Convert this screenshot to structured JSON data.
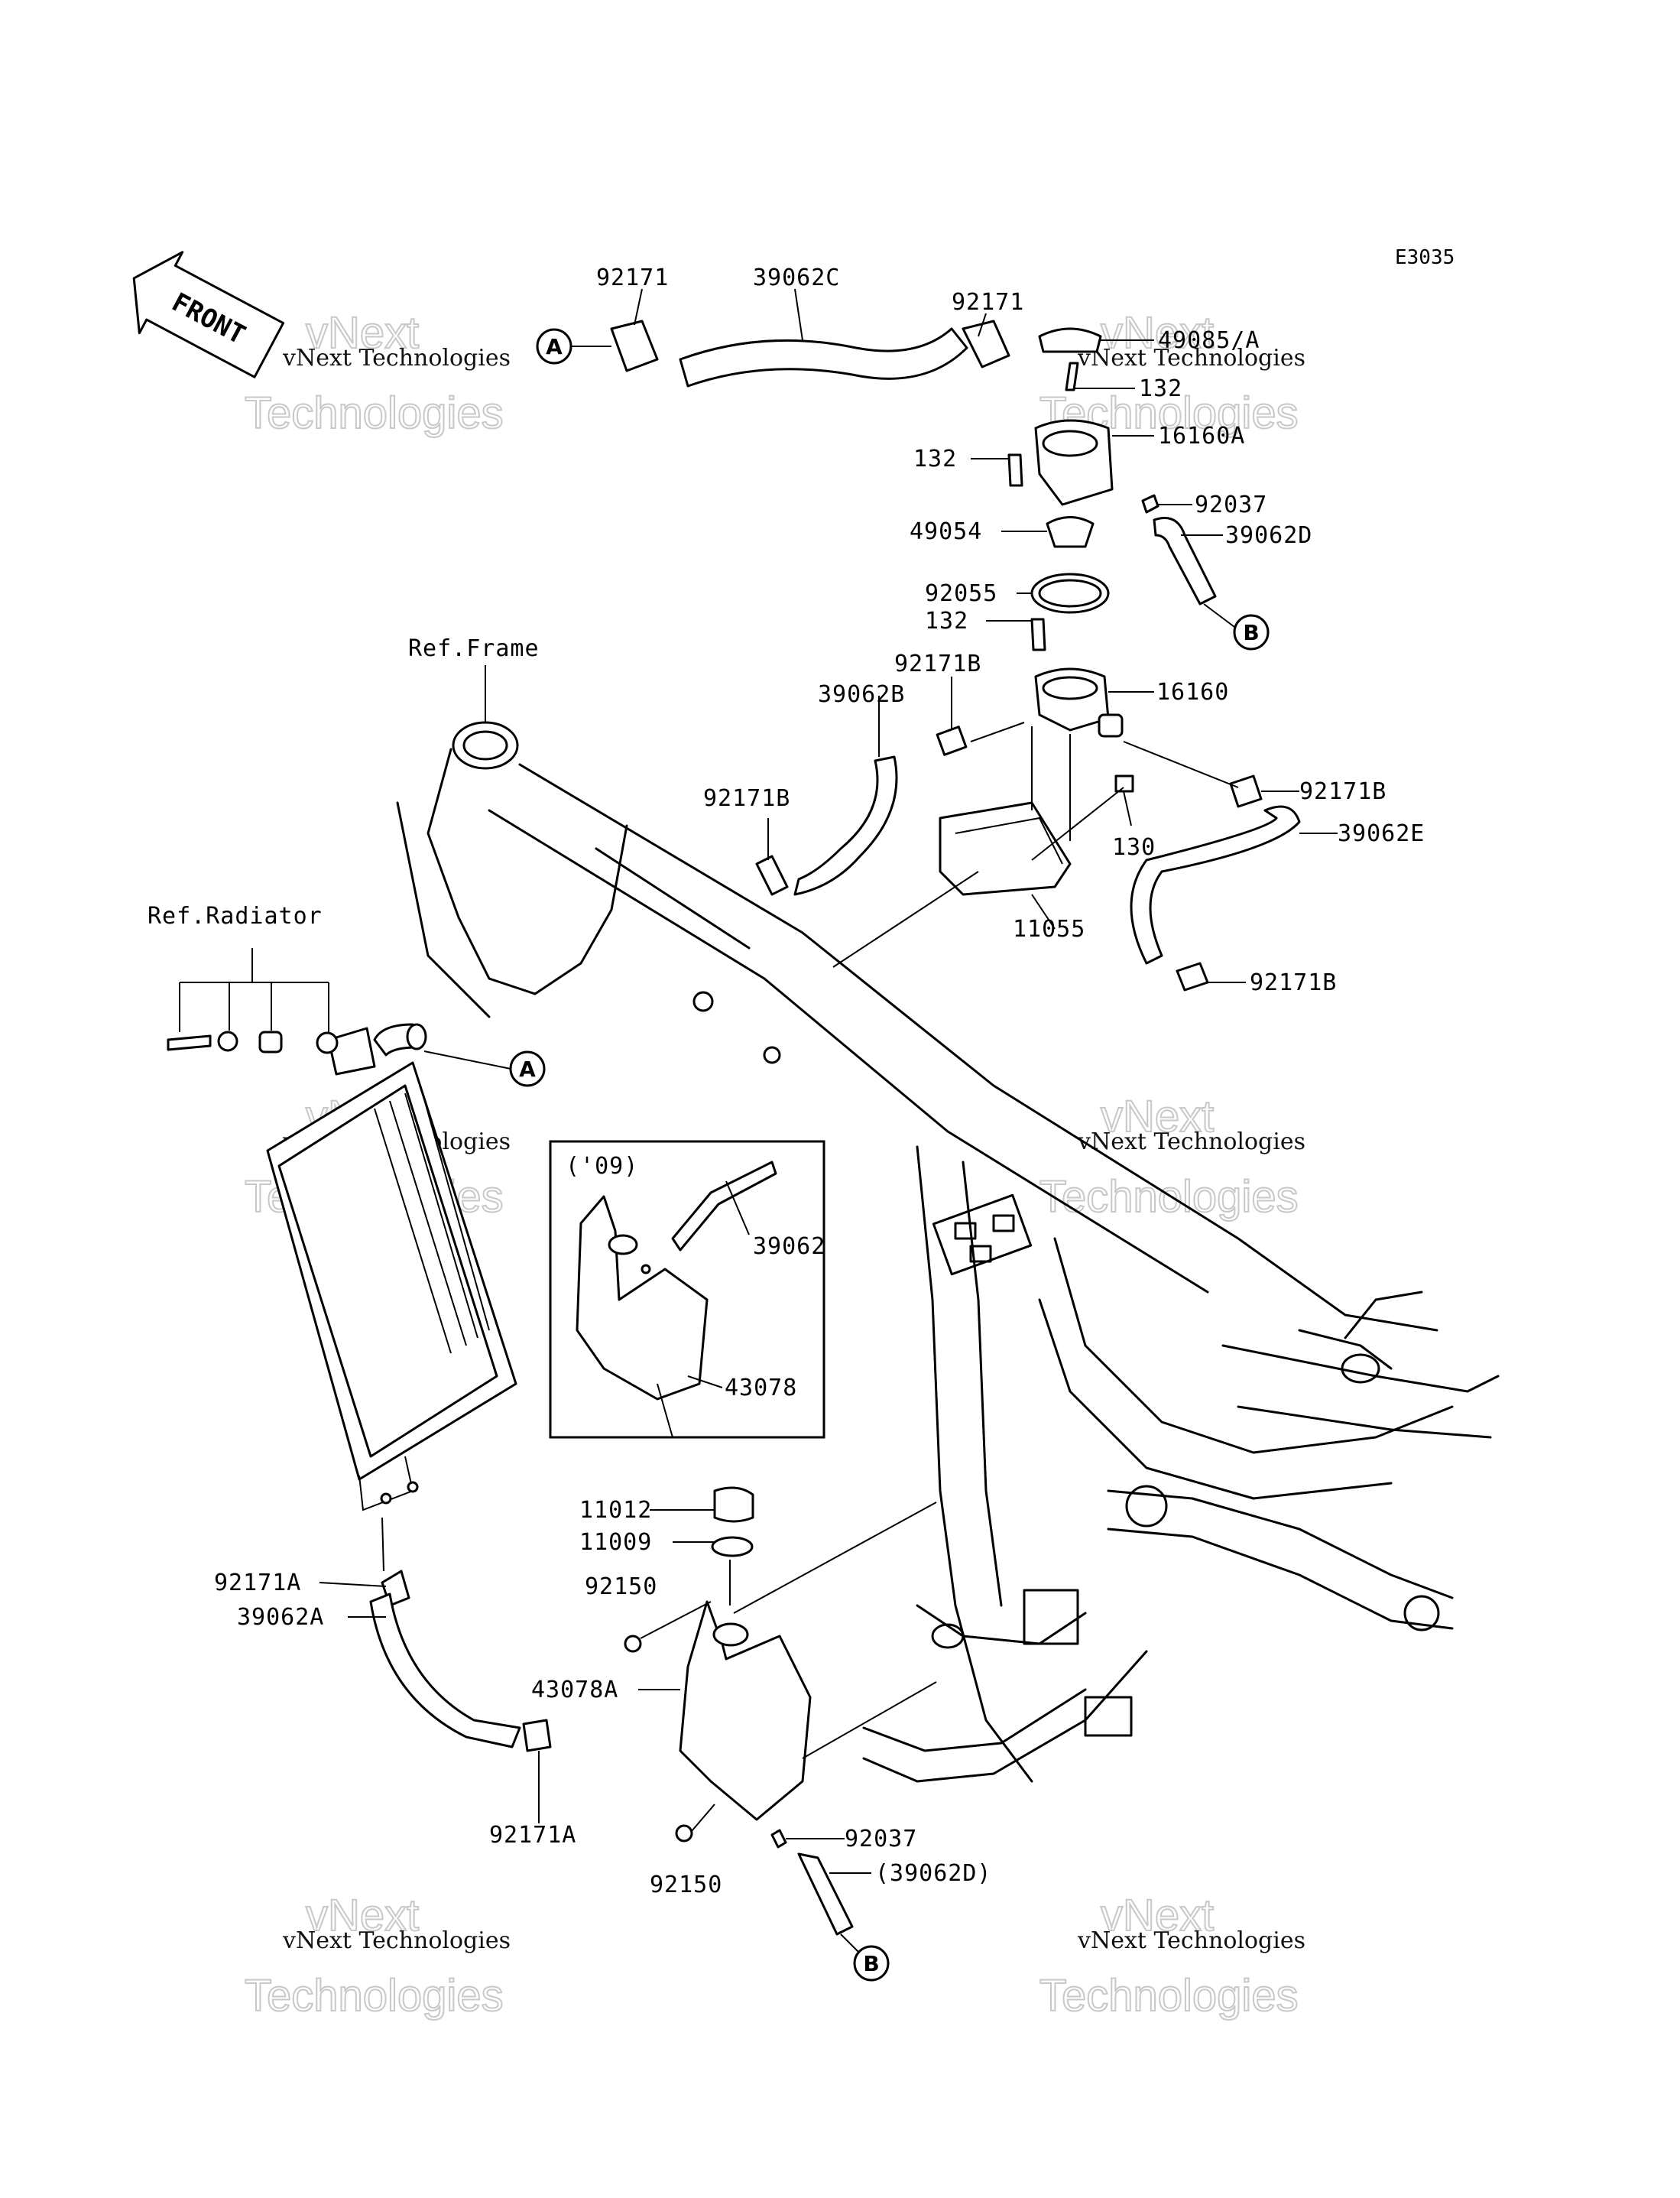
{
  "diagram_code": "E3035",
  "front_label": "FRONT",
  "references": {
    "frame": "Ref.Frame",
    "radiator": "Ref.Radiator"
  },
  "inset_year": "('09)",
  "connectors": {
    "a": "A",
    "b": "B"
  },
  "parts": {
    "p92171_1": "92171",
    "p39062C": "39062C",
    "p92171_2": "92171",
    "p49085A": "49085/A",
    "p132_1": "132",
    "p16160A": "16160A",
    "p132_2": "132",
    "p92037_1": "92037",
    "p49054": "49054",
    "p39062D": "39062D",
    "p92055": "92055",
    "p132_3": "132",
    "p92171B_1": "92171B",
    "p39062B": "39062B",
    "p16160": "16160",
    "p92171B_2": "92171B",
    "p92171B_3": "92171B",
    "p130": "130",
    "p39062E": "39062E",
    "p11055": "11055",
    "p92171B_4": "92171B",
    "p39062": "39062",
    "p43078": "43078",
    "p11012": "11012",
    "p11009": "11009",
    "p92150_1": "92150",
    "p43078A": "43078A",
    "p92037_2": "92037",
    "p39062D_ref": "(39062D)",
    "p92150_2": "92150",
    "p92171A_1": "92171A",
    "p39062A": "39062A",
    "p92171A_2": "92171A"
  },
  "watermark": {
    "line1": "vNext Technologies",
    "line2": "vNext",
    "line3": "Technologies"
  }
}
